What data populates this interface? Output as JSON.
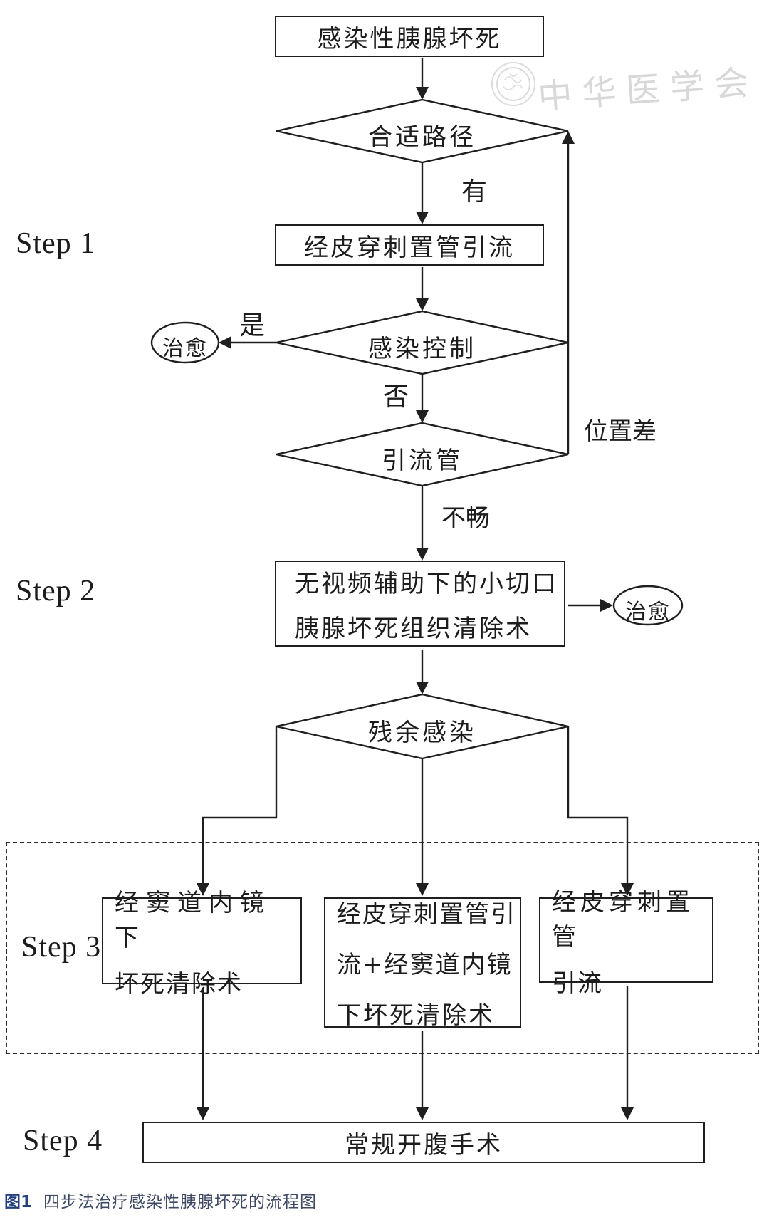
{
  "watermark": {
    "text": "中华医学会"
  },
  "steps": {
    "s1": "Step 1",
    "s2": "Step 2",
    "s3": "Step 3",
    "s4": "Step 4"
  },
  "nodes": {
    "start": "感染性胰腺坏死",
    "route": "合适路径",
    "pcd": "经皮穿刺置管引流",
    "infection": "感染控制",
    "cured1": "治愈",
    "drain": "引流管",
    "step2_l1": "无视频辅助下的小切口",
    "step2_l2": "胰腺坏死组织清除术",
    "cured2": "治愈",
    "residual": "残余感染",
    "s3_left_l1": "经窦道内镜下",
    "s3_left_l2": "坏死清除术",
    "s3_mid_l1": "经皮穿刺置管引",
    "s3_mid_l2": "流+经窦道内镜",
    "s3_mid_l3": "下坏死清除术",
    "s3_right_l1": "经皮穿刺置管",
    "s3_right_l2": "引流",
    "laparotomy": "常规开腹手术"
  },
  "edges": {
    "has": "有",
    "yes": "是",
    "no": "否",
    "bad_position": "位置差",
    "blocked": "不畅"
  },
  "caption": {
    "figure": "图1",
    "title": "四步法治疗感染性胰腺坏死的流程图"
  }
}
